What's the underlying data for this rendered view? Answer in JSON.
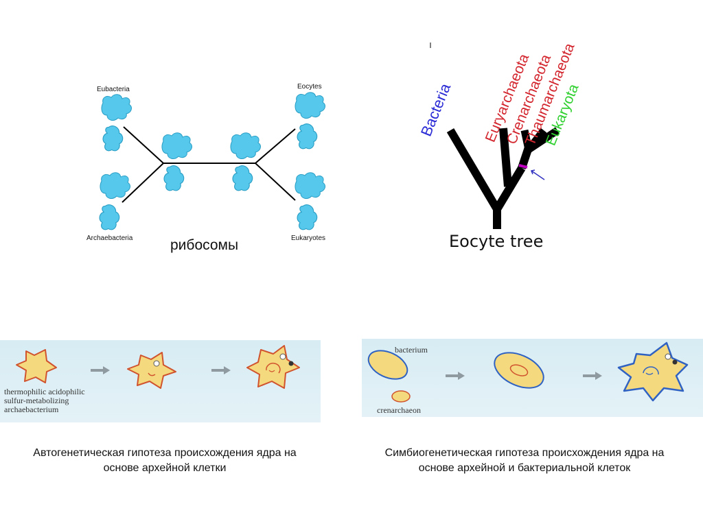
{
  "ribosome_tree": {
    "labels": {
      "eubacteria": "Eubacteria",
      "archaebacteria": "Archaebacteria",
      "eocytes": "Eocytes",
      "eukaryotes": "Eukaryotes"
    },
    "caption": "рибосомы",
    "colors": {
      "ribosome": "#55c8ec",
      "ribosome_edge": "#2a9dc4",
      "line": "#000000"
    }
  },
  "eocyte_tree": {
    "title": "Eocyte tree",
    "taxa": [
      {
        "name": "Bacteria",
        "color": "#2b2bd6"
      },
      {
        "name": "Euryarchaeota",
        "color": "#d3262e"
      },
      {
        "name": "Crenarchaeota",
        "color": "#d3262e"
      },
      {
        "name": "Thaumarchaeota",
        "color": "#d3262e"
      },
      {
        "name": "Eukaryota",
        "color": "#2fd02f"
      }
    ],
    "colors": {
      "branch": "#000000",
      "marker": "#c000c0",
      "arrow": "#3030c0"
    }
  },
  "autogenous_panel": {
    "text": [
      "thermophilic acidophilic",
      "sulfur-metabolizing",
      "archaebacterium"
    ],
    "caption_line1": "Автогенетическая гипотеза происхождения ядра на",
    "caption_line2": "основе архейной клетки",
    "colors": {
      "bg": "#d7ecf3",
      "cell": "#f5d97e",
      "cell_edge": "#d0532e"
    }
  },
  "symbiogenetic_panel": {
    "label_bacterium": "bacterium",
    "label_crenarchaeon": "crenarchaeon",
    "caption_line1": "Симбиогенетическая гипотеза происхождения ядра на",
    "caption_line2": "основе архейной и бактериальной клеток",
    "colors": {
      "bg": "#d7ecf3",
      "cell": "#f5d97e",
      "bacterium_edge": "#2f62c2",
      "archaeon_edge": "#d0532e"
    }
  }
}
